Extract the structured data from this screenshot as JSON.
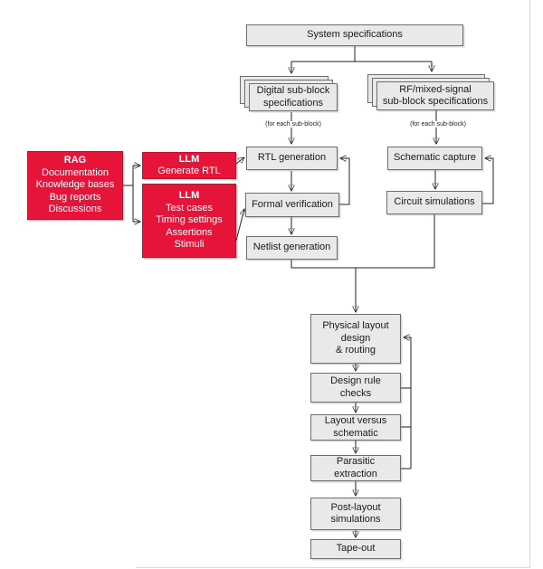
{
  "diagram": {
    "colors": {
      "node_fill": "#e9e9e9",
      "node_border": "#6e6e6e",
      "accent_fill": "#e51438",
      "accent_border": "#c20f2e",
      "accent_text": "#ffffff",
      "line": "#222222"
    },
    "nodes": {
      "system_specs": "System specifications",
      "digital_specs": "Digital sub-block\nspecifications",
      "rf_specs": "RF/mixed-signal\nsub-block specifications",
      "for_each_left": "(for each sub-block)",
      "for_each_right": "(for each sub-block)",
      "rtl_generation": "RTL generation",
      "formal_verification": "Formal verification",
      "netlist_generation": "Netlist generation",
      "schematic_capture": "Schematic capture",
      "circuit_simulations": "Circuit simulations",
      "physical_layout": "Physical layout\ndesign\n& routing",
      "design_rule_checks": "Design rule\nchecks",
      "layout_vs_schematic": "Layout versus\nschematic",
      "parasitic_extraction": "Parasitic\nextraction",
      "post_layout_sims": "Post-layout\nsimulations",
      "tape_out": "Tape-out"
    },
    "ai_nodes": {
      "rag": {
        "title": "RAG",
        "body": "Documentation\nKnowledge bases\nBug reports\nDiscussions"
      },
      "llm_generate_rtl": {
        "title": "LLM",
        "body": "Generate RTL"
      },
      "llm_testbench": {
        "title": "LLM",
        "body": "Test cases\nTiming settings\nAssertions\nStimuli"
      }
    }
  }
}
